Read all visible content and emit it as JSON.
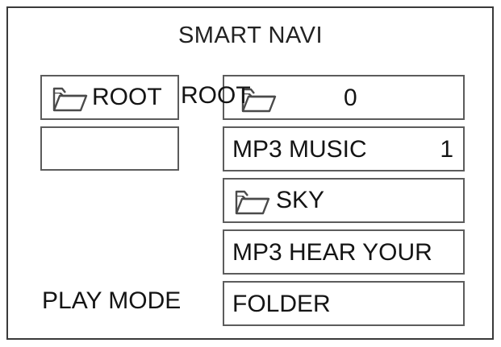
{
  "screen": {
    "title": "SMART NAVI",
    "frame_color": "#3a3a3a",
    "box_border_color": "#5c5c5c",
    "text_color": "#141414",
    "background": "#ffffff"
  },
  "left_column": {
    "current_folder_box": {
      "icon": "folder-icon",
      "label": "ROOT"
    },
    "empty_box": {
      "label": ""
    }
  },
  "overlap": {
    "root_text": "ROOT"
  },
  "right_column": {
    "rows": [
      {
        "icon": "folder-icon",
        "label": "",
        "value": "0"
      },
      {
        "icon": "",
        "label": "MP3 MUSIC",
        "value": "1"
      },
      {
        "icon": "folder-icon",
        "label": "SKY",
        "value": ""
      },
      {
        "icon": "",
        "label": "MP3 HEAR YOUR",
        "value": ""
      },
      {
        "icon": "",
        "label": "FOLDER",
        "value": ""
      }
    ]
  },
  "play_mode": {
    "label": "PLAY MODE",
    "value": "FOLDER"
  }
}
